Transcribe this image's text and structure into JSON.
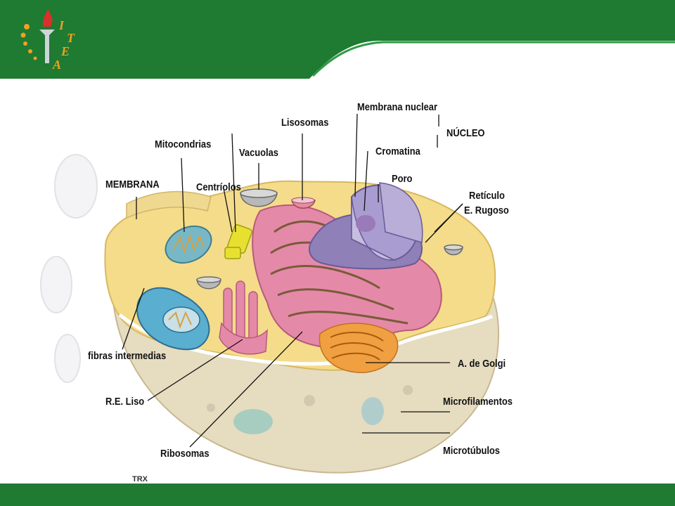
{
  "logo": {
    "letters": [
      "I",
      "T",
      "E",
      "A"
    ]
  },
  "footer_text": "TRX",
  "labels": {
    "membrana_nuclear": "Membrana nuclear",
    "lisosomas": "Lisosomas",
    "nucleo": "NÚCLEO",
    "mitocondrias": "Mitocondrias",
    "vacuolas": "Vacuolas",
    "cromatina": "Cromatina",
    "membrana": "MEMBRANA",
    "centriolos": "Centríolos",
    "poro": "Poro",
    "reticulo": "Retículo",
    "e_rugoso": "E. Rugoso",
    "fibras_intermedias": "fibras intermedias",
    "golgi": "A. de Golgi",
    "re_liso": "R.E. Liso",
    "microfilamentos": "Microfilamentos",
    "ribosomas": "Ribosomas",
    "microtubulos": "Microtúbulos"
  },
  "colors": {
    "header_green": "#1f7a32",
    "footer_green": "#1f7a32",
    "cytoplasm": "#f4dc8a",
    "nucleus": "#9a8cc4",
    "er_pink": "#e48aa8",
    "golgi_orange": "#f0a040",
    "mito_teal": "#6ab8c8",
    "centriole_yellow": "#e8e030"
  }
}
